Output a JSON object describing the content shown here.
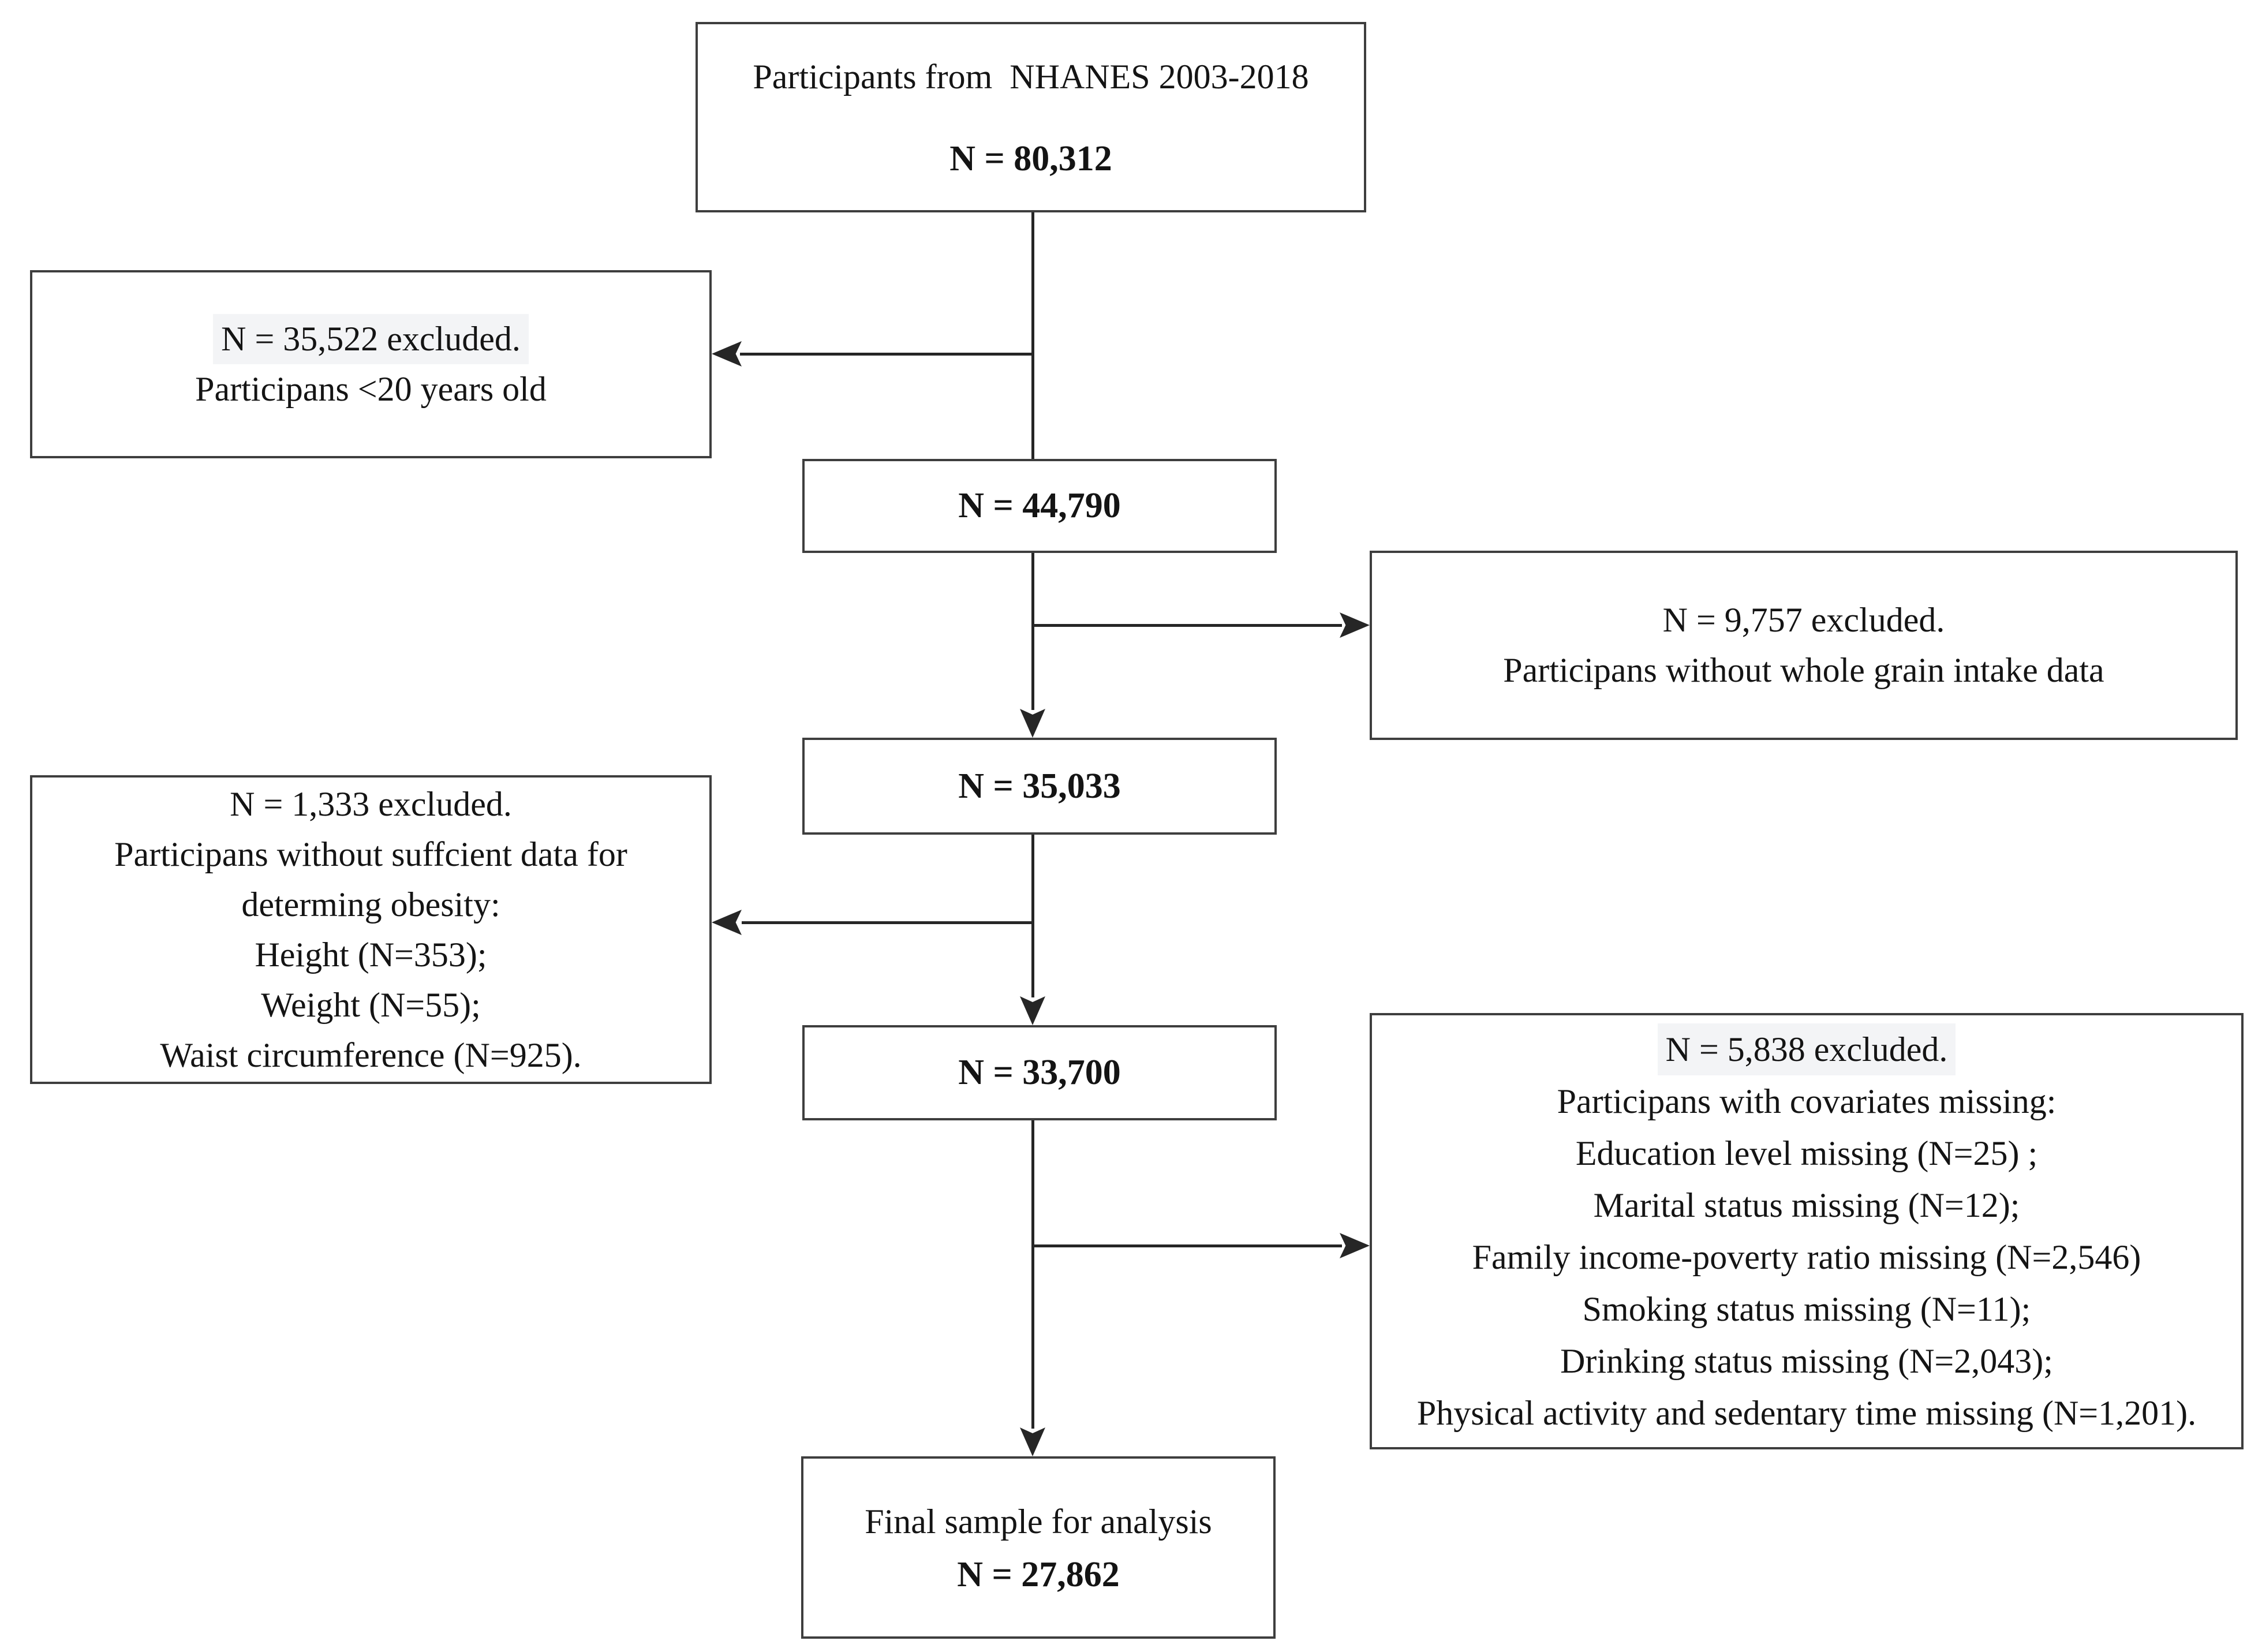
{
  "diagram": {
    "type": "flowchart",
    "background_color": "#ffffff",
    "box_border_color": "#3e3e3e",
    "connector_color": "#262626",
    "text_color": "#141414",
    "nodes": {
      "source": {
        "lines": [
          "Participants from  NHANES 2003-2018"
        ],
        "value": "N = 80,312"
      },
      "excl_age": {
        "lines": [
          "N = 35,522 excluded.",
          "Participans <20 years old"
        ]
      },
      "n44790": {
        "value": "N = 44,790"
      },
      "excl_grain": {
        "lines": [
          "N = 9,757 excluded.",
          "Participans without whole grain intake data"
        ]
      },
      "n35033": {
        "value": "N = 35,033"
      },
      "excl_obesity": {
        "lines": [
          "N = 1,333 excluded.",
          "Participans without suffcient data for",
          "determing obesity:",
          "Height (N=353);",
          "Weight (N=55);",
          "Waist circumference (N=925)."
        ]
      },
      "n33700": {
        "value": "N = 33,700"
      },
      "excl_covariates": {
        "lines": [
          "N = 5,838 excluded.",
          "Participans with covariates missing:",
          "Education level missing (N=25) ;",
          "Marital status missing (N=12);",
          "Family income-poverty ratio missing (N=2,546)",
          "Smoking status missing (N=11);",
          "Drinking status missing (N=2,043);",
          "Physical activity and sedentary time missing (N=1,201)."
        ]
      },
      "final": {
        "lines": [
          "Final sample for analysis"
        ],
        "value": "N = 27,862"
      }
    },
    "edges": [
      {
        "from": "source",
        "to": "n44790",
        "branch_to": "excl_age"
      },
      {
        "from": "n44790",
        "to": "n35033",
        "branch_to": "excl_grain"
      },
      {
        "from": "n35033",
        "to": "n33700",
        "branch_to": "excl_obesity"
      },
      {
        "from": "n33700",
        "to": "final",
        "branch_to": "excl_covariates"
      }
    ]
  }
}
